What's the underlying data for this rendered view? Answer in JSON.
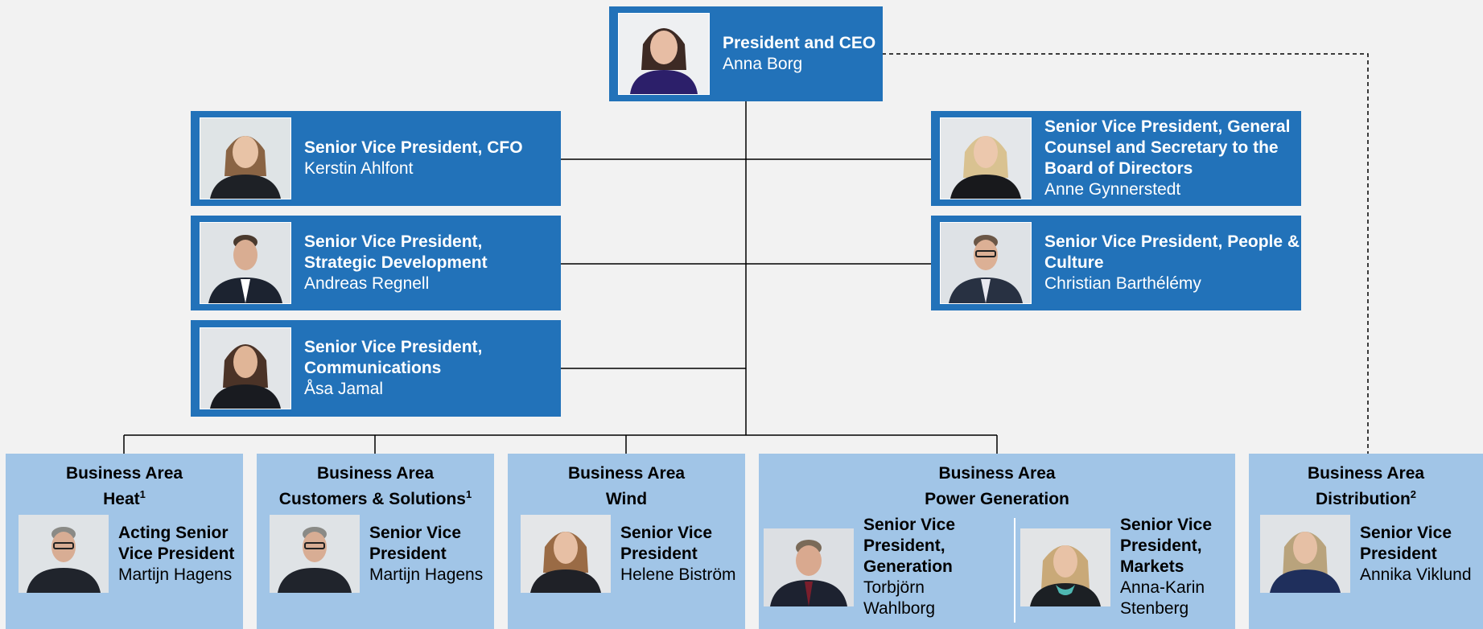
{
  "ceo": {
    "title": "President and CEO",
    "name": "Anna Borg"
  },
  "left_svps": [
    {
      "title": "Senior Vice President, CFO",
      "name": "Kerstin Ahlfont"
    },
    {
      "title": "Senior Vice President, Strategic Development",
      "name": "Andreas Regnell"
    },
    {
      "title": "Senior Vice President, Communications",
      "name": "Åsa Jamal"
    }
  ],
  "right_svps": [
    {
      "title": "Senior Vice President, General Counsel and Secretary to the Board of Directors",
      "name": "Anne Gynnerstedt"
    },
    {
      "title": "Senior Vice President, People & Culture",
      "name": "Christian Barthélémy"
    }
  ],
  "business_areas": [
    {
      "label": "Business Area",
      "name": "Heat",
      "footnote": "1",
      "people": [
        {
          "title": "Acting Senior Vice President",
          "name": "Martijn Hagens"
        }
      ]
    },
    {
      "label": "Business Area",
      "name": "Customers & Solutions",
      "footnote": "1",
      "people": [
        {
          "title": "Senior Vice President",
          "name": "Martijn Hagens"
        }
      ]
    },
    {
      "label": "Business Area",
      "name": "Wind",
      "footnote": "",
      "people": [
        {
          "title": "Senior Vice President",
          "name": "Helene Biström"
        }
      ]
    },
    {
      "label": "Business Area",
      "name": "Power Generation",
      "footnote": "",
      "people": [
        {
          "title": "Senior Vice President, Generation",
          "name": "Torbjörn Wahlborg"
        },
        {
          "title": "Senior Vice President, Markets",
          "name": "Anna-Karin Stenberg"
        }
      ]
    },
    {
      "label": "Business Area",
      "name": "Distribution",
      "footnote": "2",
      "people": [
        {
          "title": "Senior Vice President",
          "name": "Annika Viklund"
        }
      ]
    }
  ],
  "colors": {
    "executive_box": "#2272b9",
    "business_area_box": "#a1c5e7",
    "background": "#f2f2f2",
    "connector": "#000000"
  }
}
